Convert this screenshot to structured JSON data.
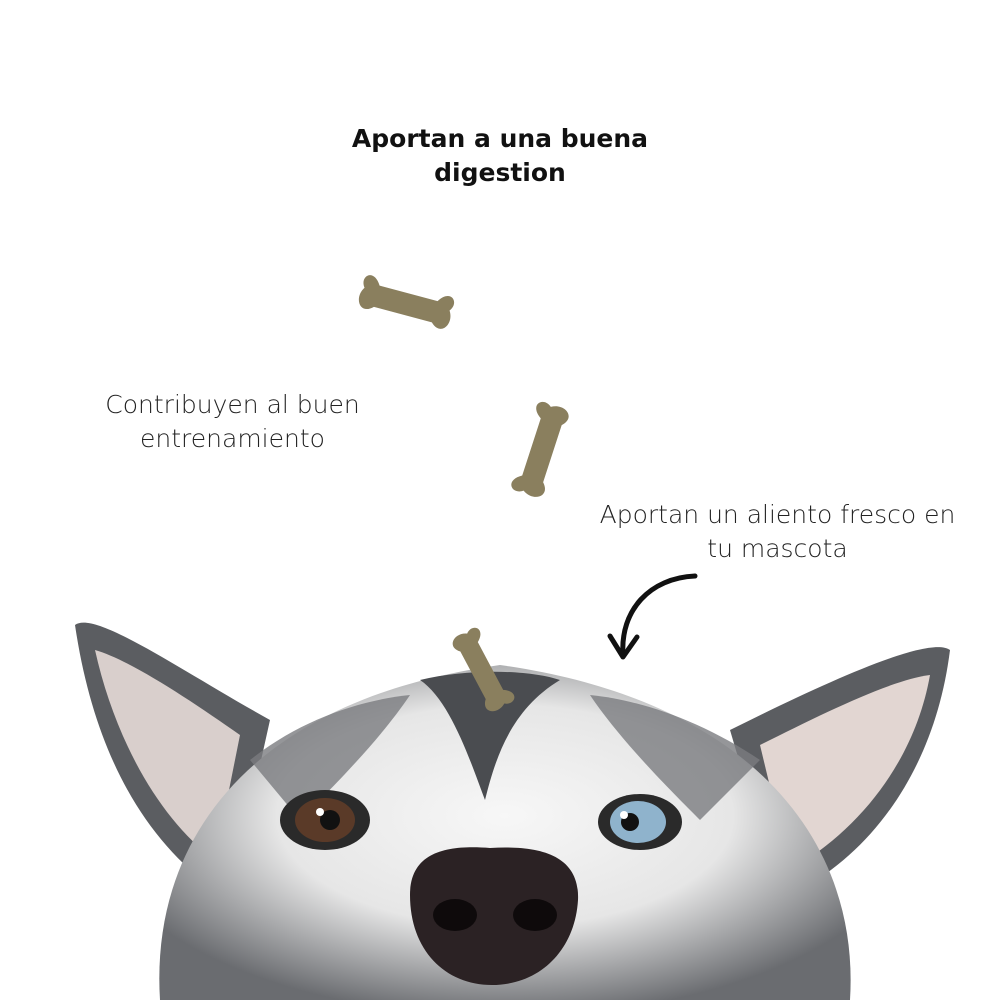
{
  "headline": {
    "line1": "Aportan a una buena",
    "line2": "digestion"
  },
  "benefit_left": {
    "line1": "Contribuyen al buen",
    "line2": "entrenamiento"
  },
  "benefit_right": {
    "line1": "Aportan un aliento fresco en",
    "line2": "tu mascota"
  },
  "colors": {
    "treat": "#8a7f5e",
    "fur_dark": "#55575a",
    "fur_light": "#f2f2f2",
    "text": "#111111"
  }
}
